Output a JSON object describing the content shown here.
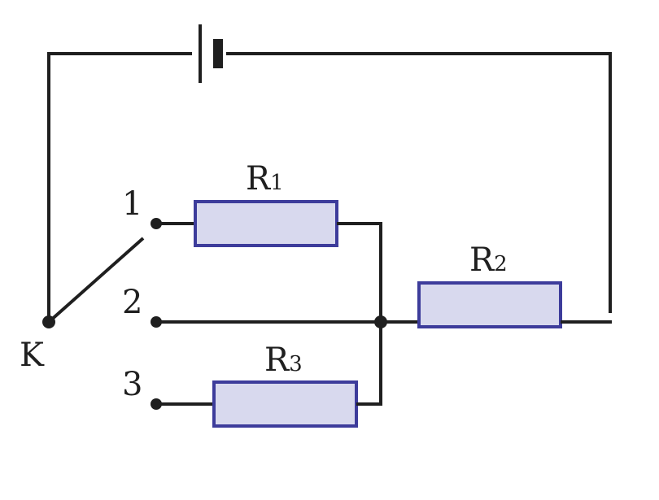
{
  "diagram": {
    "switch_label": "K",
    "terminals": [
      "1",
      "2",
      "3"
    ],
    "resistors": [
      {
        "letter": "R",
        "index": "1"
      },
      {
        "letter": "R",
        "index": "2"
      },
      {
        "letter": "R",
        "index": "3"
      }
    ]
  },
  "colors": {
    "wire": "#1f1f1f",
    "resistor_fill": "#d8d9ee",
    "resistor_border": "#3d3c9b"
  }
}
